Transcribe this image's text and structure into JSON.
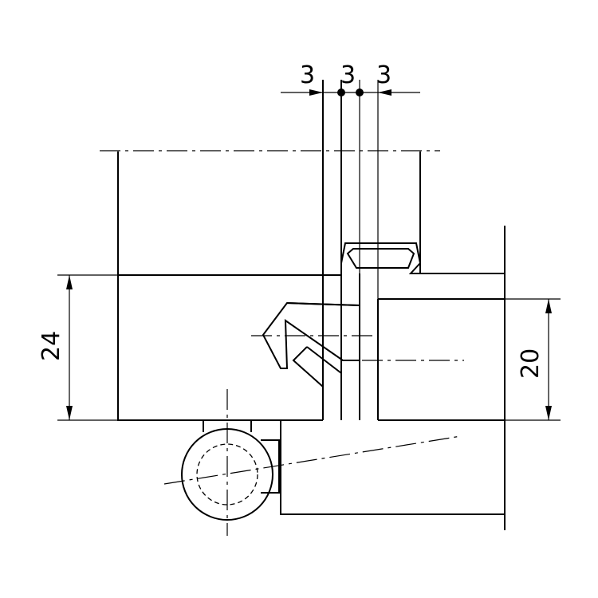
{
  "dimensions": {
    "top_gap_1": "3",
    "top_gap_2": "3",
    "top_gap_3": "3",
    "left_height": "24",
    "right_height": "20"
  }
}
